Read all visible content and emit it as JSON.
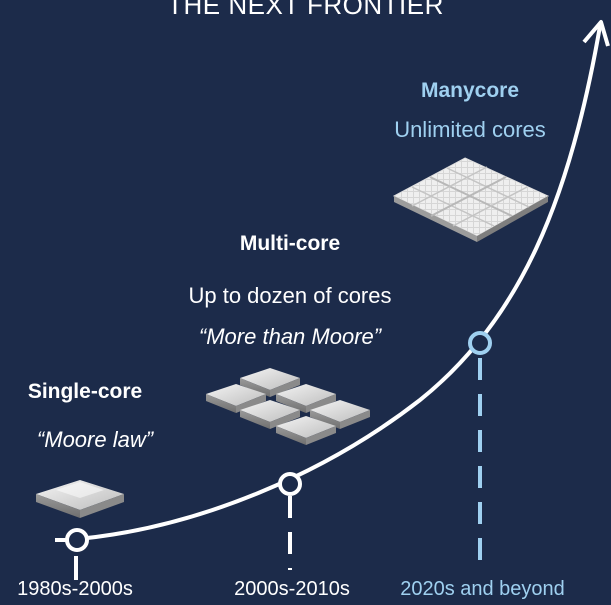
{
  "title": "THE NEXT FRONTIER",
  "stages": [
    {
      "heading": "Single-core",
      "detail": "",
      "quote": "“Moore law”",
      "period": "1980s-2000s"
    },
    {
      "heading": "Multi-core",
      "detail": "Up to dozen of cores",
      "quote": "“More than Moore”",
      "period": "2000s-2010s"
    },
    {
      "heading": "Manycore",
      "detail": "Unlimited cores",
      "quote": "",
      "period": "2020s and beyond"
    }
  ],
  "colors": {
    "background": "#1c2b4a",
    "curve": "#ffffff",
    "accent": "#9fd0f0",
    "chip": "#d9d9d9"
  }
}
